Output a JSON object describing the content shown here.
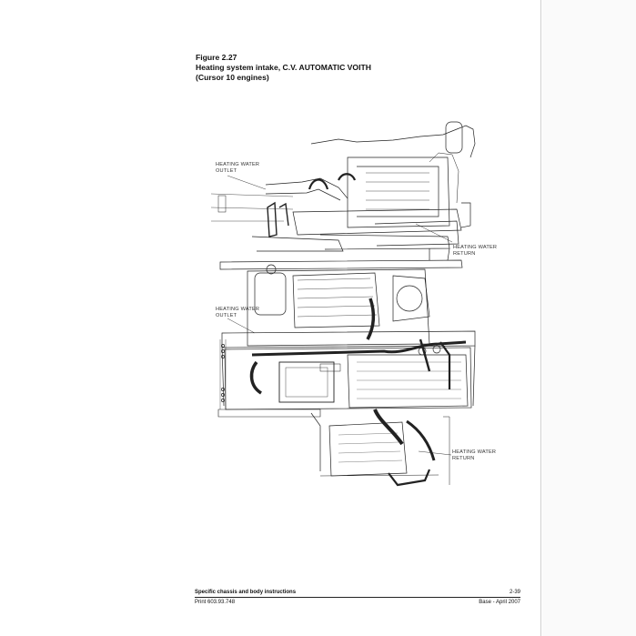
{
  "figure": {
    "number": "Figure 2.27",
    "title_line1": "Heating system intake, C.V. AUTOMATIC VOITH",
    "title_line2": "(Cursor 10 engines)"
  },
  "callouts": {
    "top_outlet_1": "HEATING WATER",
    "top_outlet_2": "OUTLET",
    "top_return_1": "HEATING WATER",
    "top_return_2": "RETURN",
    "bottom_outlet_1": "HEATING WATER",
    "bottom_outlet_2": "OUTLET",
    "bottom_return_1": "HEATING WATER",
    "bottom_return_2": "RETURN"
  },
  "footer": {
    "section_title": "Specific chassis and body instructions",
    "page_number": "2-39",
    "print_code": "Print 603.93.748",
    "edition": "Base - April 2007"
  }
}
